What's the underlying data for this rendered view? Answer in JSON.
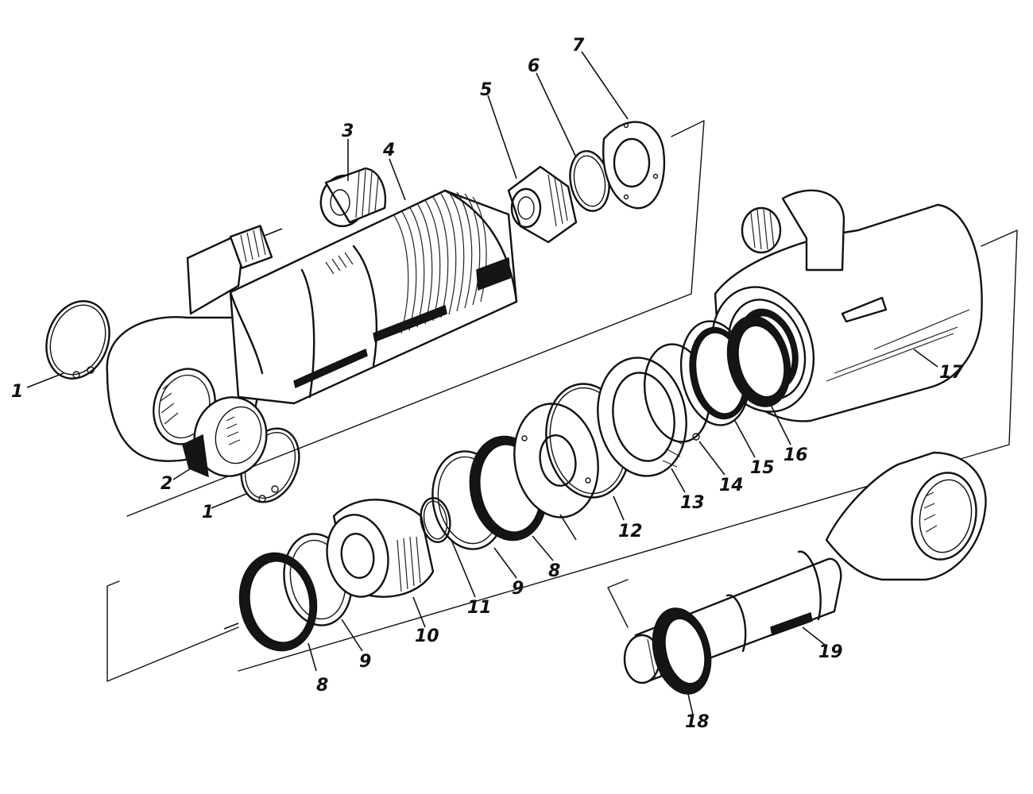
{
  "diagram": {
    "callouts": [
      {
        "key": "c1a",
        "text": "1"
      },
      {
        "key": "c1b",
        "text": "1"
      },
      {
        "key": "c2",
        "text": "2"
      },
      {
        "key": "c3",
        "text": "3"
      },
      {
        "key": "c4",
        "text": "4"
      },
      {
        "key": "c5",
        "text": "5"
      },
      {
        "key": "c6",
        "text": "6"
      },
      {
        "key": "c7",
        "text": "7"
      },
      {
        "key": "c8a",
        "text": "8"
      },
      {
        "key": "c8b",
        "text": "8"
      },
      {
        "key": "c9a",
        "text": "9"
      },
      {
        "key": "c9b",
        "text": "9"
      },
      {
        "key": "c10",
        "text": "10"
      },
      {
        "key": "c11",
        "text": "11"
      },
      {
        "key": "c12",
        "text": "12"
      },
      {
        "key": "c13",
        "text": "13"
      },
      {
        "key": "c14",
        "text": "14"
      },
      {
        "key": "c15",
        "text": "15"
      },
      {
        "key": "c16",
        "text": "16"
      },
      {
        "key": "c17",
        "text": "17"
      },
      {
        "key": "c18",
        "text": "18"
      },
      {
        "key": "c19",
        "text": "19"
      }
    ]
  }
}
